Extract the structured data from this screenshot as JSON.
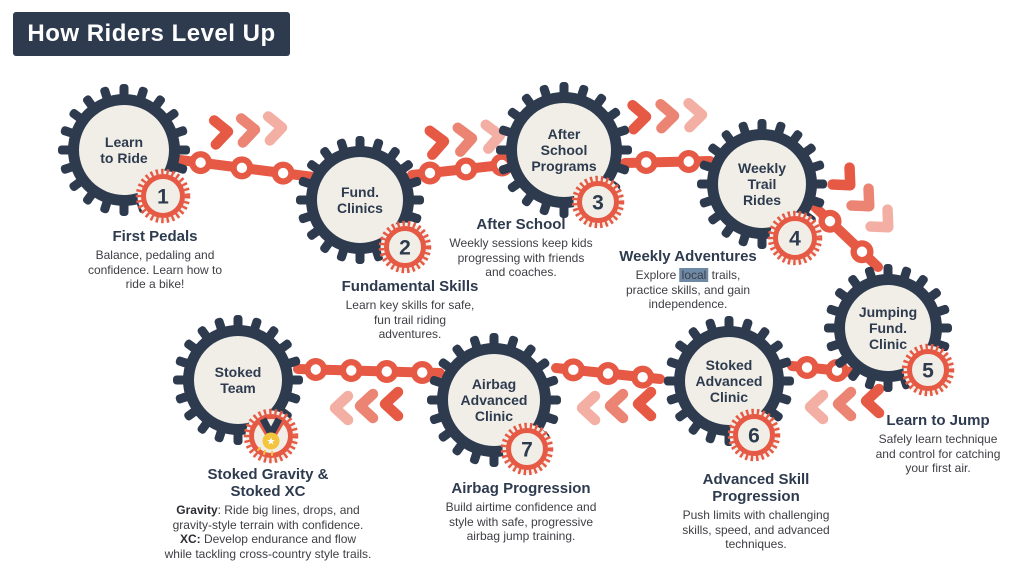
{
  "title": "How Riders Level Up",
  "colors": {
    "navy": "#2e3b4f",
    "orange": "#e65944",
    "orange_mid": "#ec8473",
    "orange_light": "#f3afa3",
    "cream": "#f0eee6",
    "body_text": "#3e3e44",
    "highlight": "#6e89a6",
    "medal_gold": "#f2c53d",
    "white": "#ffffff"
  },
  "steps": [
    {
      "gear_label": [
        "Learn",
        "to Ride"
      ],
      "number": "1",
      "heading": [
        "First Pedals"
      ],
      "body": [
        [
          {
            "t": "Balance, pedaling and"
          }
        ],
        [
          {
            "t": "confidence. Learn how to"
          }
        ],
        [
          {
            "t": "ride a bike!"
          }
        ]
      ]
    },
    {
      "gear_label": [
        "Fund.",
        "Clinics"
      ],
      "number": "2",
      "heading": [
        "Fundamental Skills"
      ],
      "body": [
        [
          {
            "t": "Learn key skills for safe,"
          }
        ],
        [
          {
            "t": "fun trail riding"
          }
        ],
        [
          {
            "t": "adventures."
          }
        ]
      ]
    },
    {
      "gear_label": [
        "After",
        "School",
        "Programs"
      ],
      "number": "3",
      "heading": [
        "After School"
      ],
      "body": [
        [
          {
            "t": "Weekly sessions keep kids"
          }
        ],
        [
          {
            "t": "progressing with friends"
          }
        ],
        [
          {
            "t": "and coaches."
          }
        ]
      ]
    },
    {
      "gear_label": [
        "Weekly",
        "Trail",
        "Rides"
      ],
      "number": "4",
      "heading": [
        "Weekly Adventures"
      ],
      "body": [
        [
          {
            "t": "Explore "
          },
          {
            "t": "local",
            "hl": true
          },
          {
            "t": " trails,"
          }
        ],
        [
          {
            "t": "practice skills, and gain"
          }
        ],
        [
          {
            "t": "independence."
          }
        ]
      ]
    },
    {
      "gear_label": [
        "Jumping",
        "Fund.",
        "Clinic"
      ],
      "number": "5",
      "heading": [
        "Learn to Jump"
      ],
      "body": [
        [
          {
            "t": "Safely learn technique"
          }
        ],
        [
          {
            "t": "and control for catching"
          }
        ],
        [
          {
            "t": "your first air."
          }
        ]
      ]
    },
    {
      "gear_label": [
        "Stoked",
        "Advanced",
        "Clinic"
      ],
      "number": "6",
      "heading": [
        "Advanced Skill",
        "Progression"
      ],
      "body": [
        [
          {
            "t": "Push limits with challenging"
          }
        ],
        [
          {
            "t": "skills, speed, and advanced"
          }
        ],
        [
          {
            "t": "techniques."
          }
        ]
      ]
    },
    {
      "gear_label": [
        "Airbag",
        "Advanced",
        "Clinic"
      ],
      "number": "7",
      "heading": [
        "Airbag Progression"
      ],
      "body": [
        [
          {
            "t": "Build airtime confidence and"
          }
        ],
        [
          {
            "t": "style with safe, progressive"
          }
        ],
        [
          {
            "t": "airbag jump training."
          }
        ]
      ]
    },
    {
      "gear_label": [
        "Stoked",
        "Team"
      ],
      "number": "",
      "badge_icon": "medal-icon",
      "heading": [
        "Stoked Gravity &",
        "Stoked XC"
      ],
      "body": [
        [
          {
            "t": "Gravity",
            "b": true
          },
          {
            "t": ": Ride big lines, drops, and"
          }
        ],
        [
          {
            "t": "gravity-style terrain with confidence."
          }
        ],
        [
          {
            "t": "XC:",
            "b": true
          },
          {
            "t": " Develop endurance and flow"
          }
        ],
        [
          {
            "t": "while tackling cross-country style trails."
          }
        ]
      ]
    }
  ]
}
